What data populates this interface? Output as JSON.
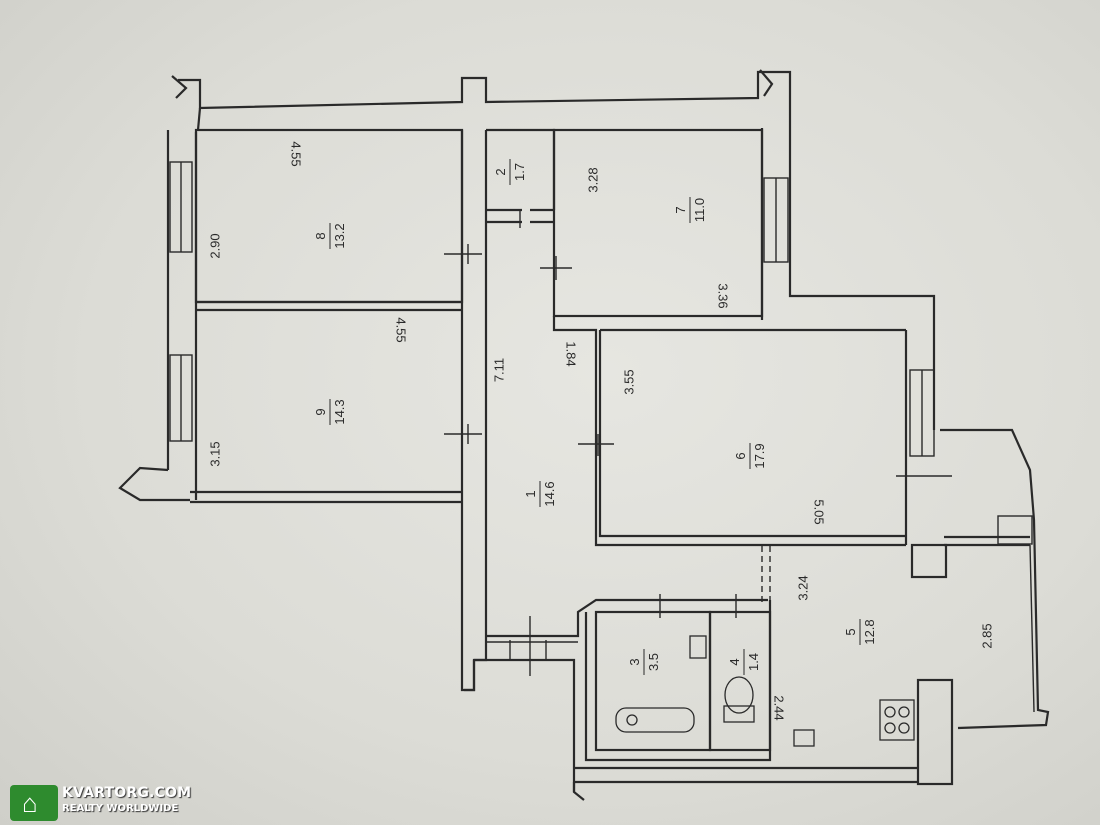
{
  "rooms": [
    {
      "number": "8",
      "area": "13.2"
    },
    {
      "number": "2",
      "area": "1.7"
    },
    {
      "number": "7",
      "area": "11.0"
    },
    {
      "number": "9",
      "area": "14.3"
    },
    {
      "number": "1",
      "area": "14.6"
    },
    {
      "number": "6",
      "area": "17.9"
    },
    {
      "number": "3",
      "area": "3.5"
    },
    {
      "number": "4",
      "area": "1.4"
    },
    {
      "number": "5",
      "area": "12.8"
    }
  ],
  "dimensions": {
    "room8_length": "4.55",
    "room8_width": "2.90",
    "room9_length": "4.55",
    "room9_width": "3.15",
    "corridor_length": "7.11",
    "corridor_width": "1.84",
    "room7_width": "3.28",
    "room7_length": "3.36",
    "room6_width": "3.55",
    "room6_length": "5.05",
    "kitchen_width": "3.24",
    "kitchen_length": "2.85",
    "kitchen_depth": "2.44"
  },
  "watermark": {
    "name": "KVARTORG.COM",
    "tagline": "REALTY WORLDWIDE",
    "logo_icon": "house-icon",
    "logo_color": "#2e8b2e"
  }
}
